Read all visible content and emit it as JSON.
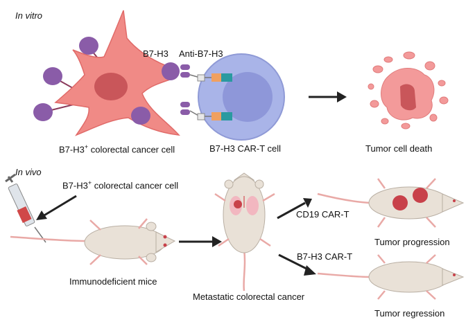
{
  "in_vitro": {
    "title": "In vitro",
    "antigen_label": "B7-H3",
    "binder_label": "Anti-B7-H3",
    "cancer_cell_label_pre": "B7-H3",
    "cancer_cell_label_sup": "+",
    "cancer_cell_label_post": " colorectal cancer cell",
    "cart_cell_label": "B7-H3 CAR-T cell",
    "outcome_label": "Tumor cell death"
  },
  "in_vivo": {
    "title": "In vivo",
    "injection_label_pre": "B7-H3",
    "injection_label_sup": "+",
    "injection_label_post": " colorectal cancer cell",
    "mouse_label": "Immunodeficient mice",
    "metastatic_label": "Metastatic colorectal cancer",
    "treatment_control": "CD19 CAR-T",
    "treatment_test": "B7-H3 CAR-T",
    "outcome_control": "Tumor progression",
    "outcome_test": "Tumor regression"
  },
  "colors": {
    "panel_fill": "#eef4fb",
    "panel_border": "#9fb7d4",
    "cancer_cell": "#f08a86",
    "b7h3_ligand": "#8a5ca8",
    "cart_cell": "#a9b4e8",
    "mouse_body": "#e9e1d7",
    "tumor": "#c8414a"
  }
}
